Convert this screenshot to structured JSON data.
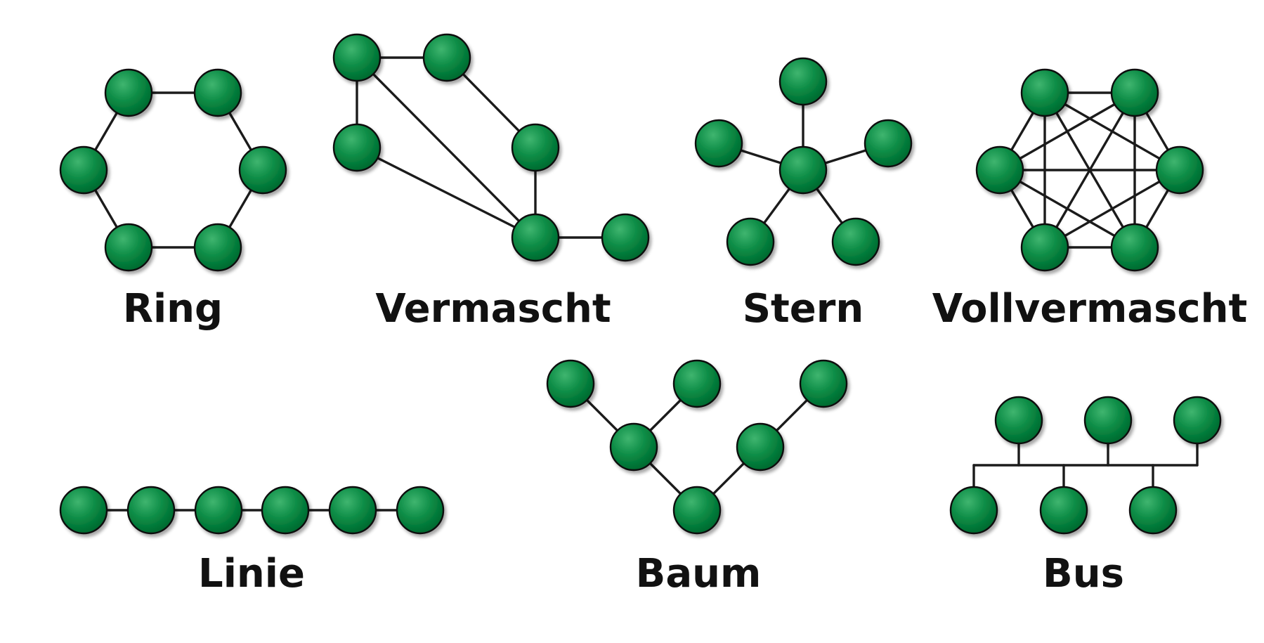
{
  "diagrams": {
    "ring": {
      "label": "Ring"
    },
    "mesh": {
      "label": "Vermascht"
    },
    "star": {
      "label": "Stern"
    },
    "full_mesh": {
      "label": "Vollvermascht"
    },
    "line": {
      "label": "Linie"
    },
    "tree": {
      "label": "Baum"
    },
    "bus": {
      "label": "Bus"
    }
  },
  "colors": {
    "node_fill_light": "#3fb56f",
    "node_fill_dark": "#00692f",
    "edge": "#1b1b1b"
  }
}
